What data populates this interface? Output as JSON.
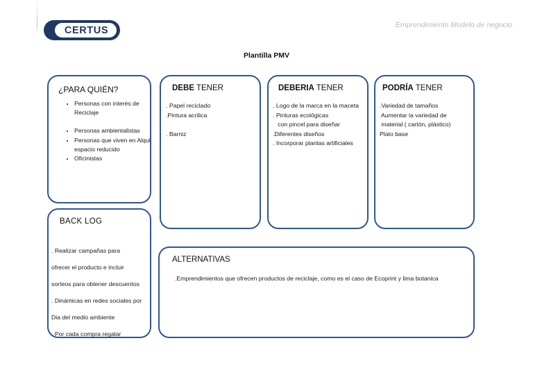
{
  "header": {
    "logo_text": "CERTUS",
    "note": "Emprendimiento Modelo de negocio"
  },
  "title": "Plantilla PMV",
  "colors": {
    "box_border": "#2f5597",
    "logo_navy": "#203864",
    "header_note": "#b9b9b9"
  },
  "boxes": {
    "audience": {
      "title": "¿PARA QUIÉN?",
      "items": [
        "Personas con interés de\nReciclaje",
        "Personas ambientalistas",
        "Personas que viven en\nAlquiler o espacio reducido",
        "Oficinistas"
      ]
    },
    "must_have": {
      "title_bold": "DEBE",
      "title_rest": " TENER",
      "body": ". Papel reciclado\n.Pintura acrilica\n\n. Barniz"
    },
    "should_have": {
      "title_bold": "DEBERIA",
      "title_rest": " TENER",
      "body": ". Logo de la marca en la maceta\n. Pinturas ecológicas\n   con pincel para diseñar\n.Diferentes diseños\n. Incorporar plantas artificiales"
    },
    "could_have": {
      "title_bold": "PODRÍA",
      "title_rest": " TENER",
      "body": ".Variedad de tamaños\n Aumentar la variedad de\n material ( cartón, plástico)\nPlato base"
    },
    "backlog": {
      "title": "BACK LOG",
      "body": ". Realizar campañas para\nofrecer el producto e incluir\nsorteos para obtener descuentos\n. Dinámicas en redes sociales por\nDia del medio ambiente\n. Por cada compra regalar\nSemillas de plantas especiales"
    },
    "alternatives": {
      "title": "ALTERNATIVAS",
      "body": ".Emprendimientos que ofrecen productos de reciclaje, como es el caso de Ecoprint y lima botanica"
    }
  }
}
